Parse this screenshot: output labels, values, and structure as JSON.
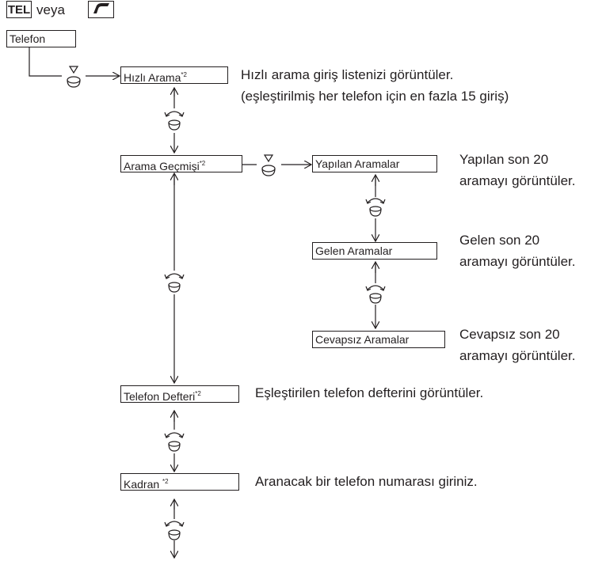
{
  "header": {
    "tel_key": "TEL",
    "or_text": "veya",
    "phone_key_icon": "phone-handset-icon"
  },
  "root": {
    "label": "Telefon"
  },
  "nodes": {
    "hizli_arama": {
      "label": "Hızlı Arama",
      "note": "*2",
      "desc": [
        "Hızlı arama giriş listenizi görüntüler.",
        "(eşleştirilmiş her telefon için en fazla 15 giriş)"
      ]
    },
    "arama_gecmisi": {
      "label": "Arama Geçmişi",
      "note": "*2"
    },
    "yapilan": {
      "label": "Yapılan Aramalar",
      "desc": [
        "Yapılan son 20",
        "aramayı görüntüler."
      ]
    },
    "gelen": {
      "label": "Gelen Aramalar",
      "desc": [
        "Gelen son 20",
        "aramayı görüntüler."
      ]
    },
    "cevapsiz": {
      "label": "Cevapsız Aramalar",
      "desc": [
        "Cevapsız son 20",
        "aramayı görüntüler."
      ]
    },
    "telefon_defteri": {
      "label": "Telefon Defteri",
      "note": "*2",
      "desc": [
        "Eşleştirilen telefon defterini görüntüler."
      ]
    },
    "kadran": {
      "label": "Kadran ",
      "note": "*2",
      "desc": [
        "Aranacak bir telefon numarası giriniz."
      ]
    }
  },
  "icons": {
    "press": "knob-press-icon",
    "rotate": "knob-rotate-icon"
  }
}
